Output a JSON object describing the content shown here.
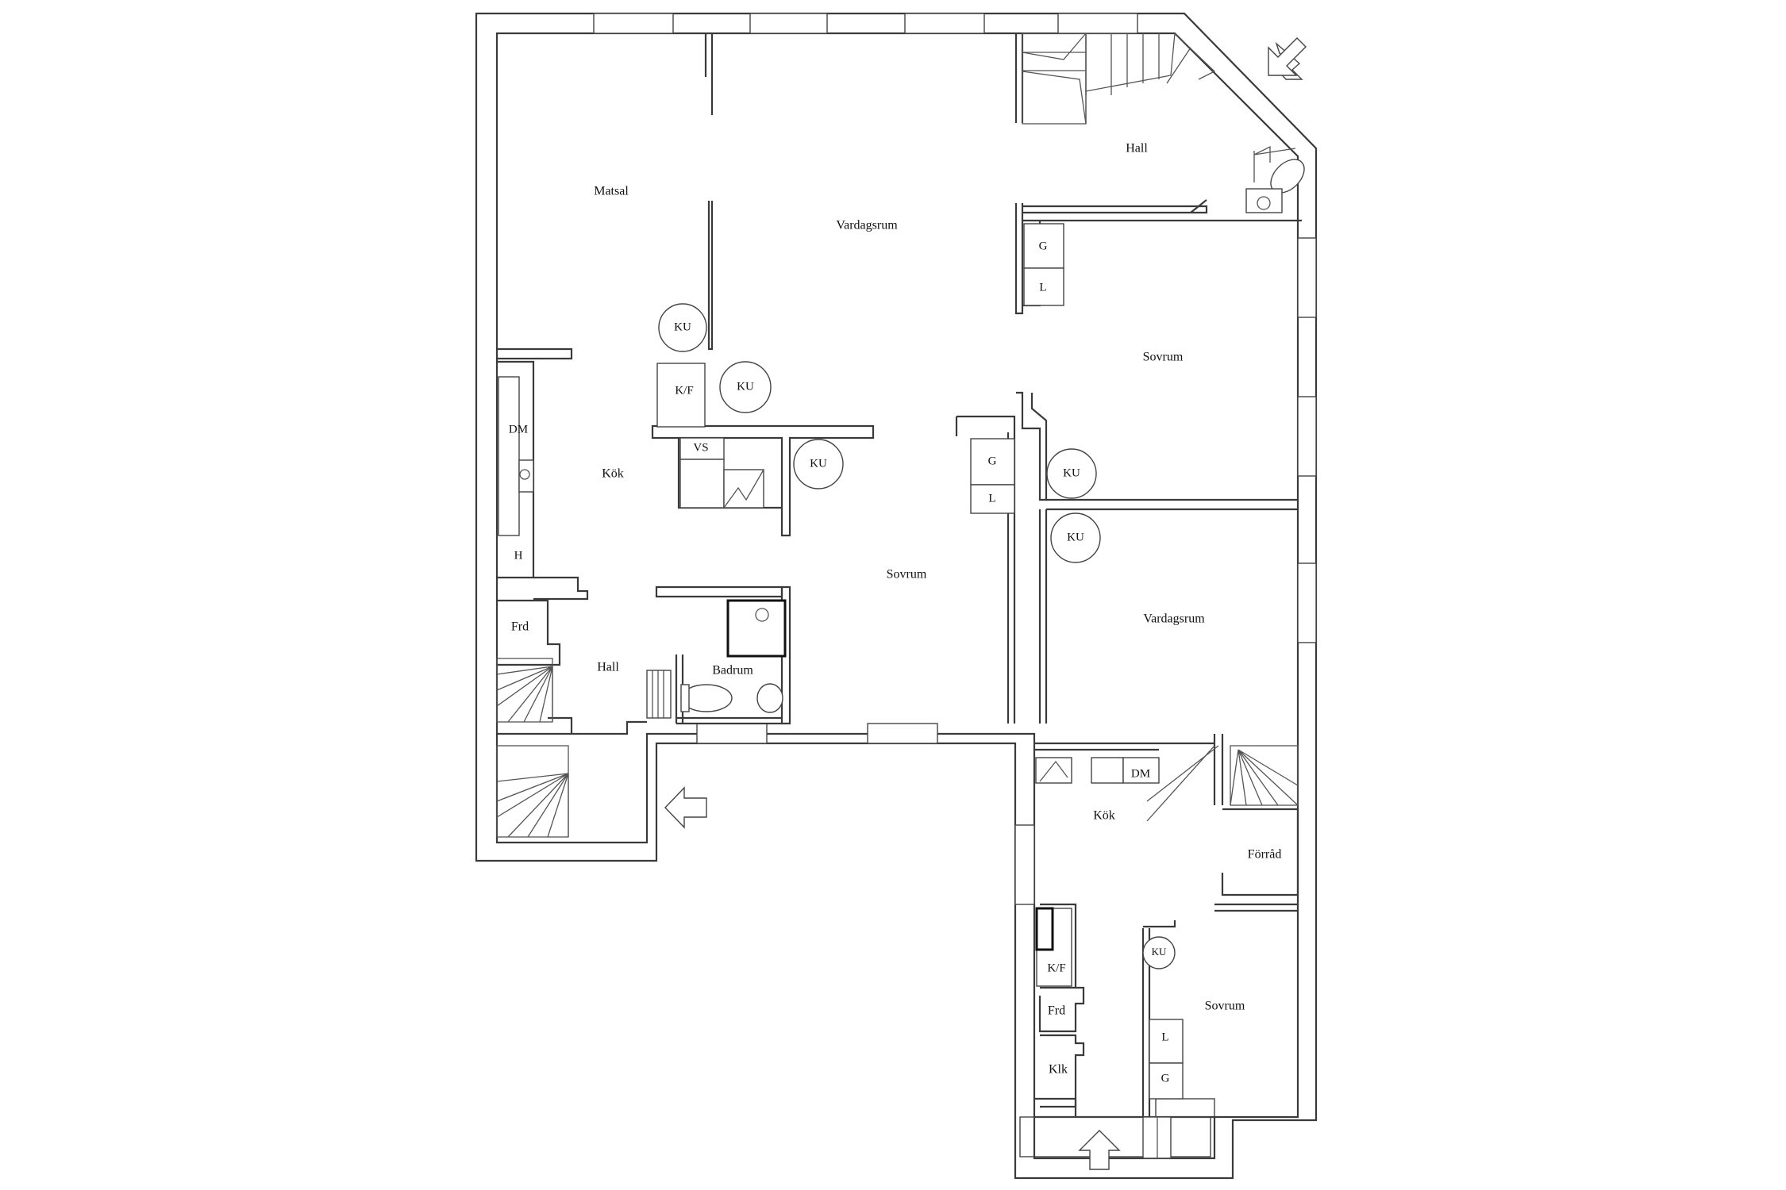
{
  "rooms": {
    "matsal": "Matsal",
    "vardagsrum_1": "Vardagsrum",
    "hall_top": "Hall",
    "sovrum_1": "Sovrum",
    "kok_1": "Kök",
    "sovrum_center": "Sovrum",
    "vardagsrum_2": "Vardagsrum",
    "frd_1": "Frd",
    "hall_left": "Hall",
    "badrum": "Badrum",
    "kok_2": "Kök",
    "forrad": "Förråd",
    "sovrum_3": "Sovrum",
    "frd_2": "Frd",
    "klk": "Klk"
  },
  "fixtures": {
    "ku": "KU",
    "kf": "K/F",
    "dm": "DM",
    "vs": "VS",
    "g": "G",
    "l": "L",
    "h": "H"
  },
  "entrances": [
    "top-right",
    "left",
    "bottom"
  ]
}
